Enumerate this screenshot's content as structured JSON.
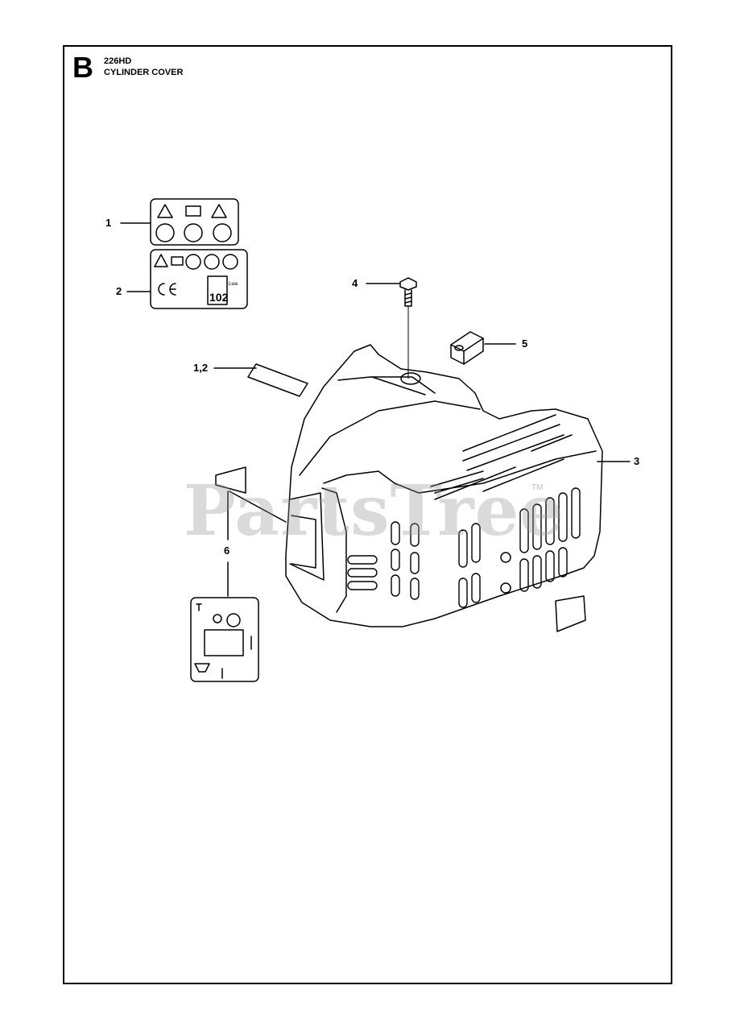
{
  "header": {
    "section_letter": "B",
    "model": "226HD",
    "title": "CYLINDER COVER"
  },
  "callouts": {
    "c1": "1",
    "c2": "2",
    "c12": "1,2",
    "c3": "3",
    "c4": "4",
    "c5": "5",
    "c6": "6"
  },
  "decal_text": {
    "number": "102",
    "unit": "Lwa"
  },
  "watermark": {
    "text": "PartsTree",
    "tm": "TM"
  }
}
